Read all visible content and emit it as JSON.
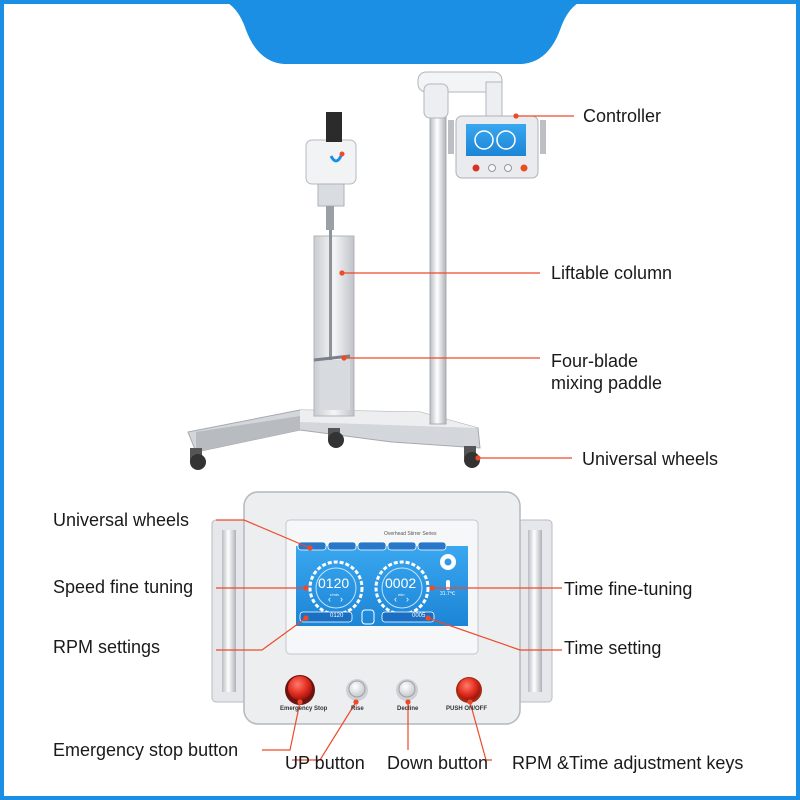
{
  "colors": {
    "frame": "#1a8fe3",
    "leader": "#ee4a2a",
    "screen": "#2f9be8",
    "body": "#e7e9ec"
  },
  "labels": {
    "controller": "Controller",
    "liftable_column": "Liftable column",
    "paddle": "Four-blade\nmixing paddle",
    "wheels_top": "Universal wheels",
    "wheels_left": "Universal wheels",
    "speed_fine": "Speed fine tuning",
    "rpm_settings": "RPM settings",
    "time_fine": "Time fine-tuning",
    "time_setting": "Time setting",
    "estop": "Emergency stop button",
    "up": "UP button",
    "down": "Down button",
    "rpm_time_keys": "RPM &Time adjustment keys"
  },
  "panel": {
    "header": "Overhead Stirrer Series",
    "speed_readout": "0120",
    "speed_unit": "r/min",
    "time_readout": "0002",
    "time_unit": "min",
    "temp": "31.7℃",
    "speed_set": "0120",
    "time_set": "0005",
    "btn_estop": "Emergency Stop",
    "btn_rise": "Rise",
    "btn_decline": "Decline",
    "btn_push": "PUSH ON/OFF"
  }
}
